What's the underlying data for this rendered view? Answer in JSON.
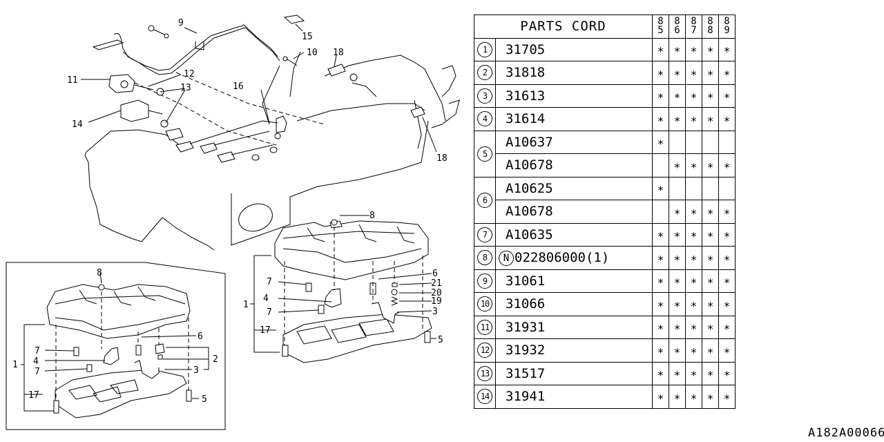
{
  "table": {
    "header_title": "PARTS CORD",
    "years": [
      "85",
      "86",
      "87",
      "88",
      "89"
    ],
    "mark_symbol": "∗",
    "rows": [
      {
        "index": "1",
        "entries": [
          {
            "code": "31705",
            "marks": [
              true,
              true,
              true,
              true,
              true
            ]
          }
        ]
      },
      {
        "index": "2",
        "entries": [
          {
            "code": "31818",
            "marks": [
              true,
              true,
              true,
              true,
              true
            ]
          }
        ]
      },
      {
        "index": "3",
        "entries": [
          {
            "code": "31613",
            "marks": [
              true,
              true,
              true,
              true,
              true
            ]
          }
        ]
      },
      {
        "index": "4",
        "entries": [
          {
            "code": "31614",
            "marks": [
              true,
              true,
              true,
              true,
              true
            ]
          }
        ]
      },
      {
        "index": "5",
        "entries": [
          {
            "code": "A10637",
            "marks": [
              true,
              false,
              false,
              false,
              false
            ]
          },
          {
            "code": "A10678",
            "marks": [
              false,
              true,
              true,
              true,
              true
            ]
          }
        ]
      },
      {
        "index": "6",
        "entries": [
          {
            "code": "A10625",
            "marks": [
              true,
              false,
              false,
              false,
              false
            ]
          },
          {
            "code": "A10678",
            "marks": [
              false,
              true,
              true,
              true,
              true
            ]
          }
        ]
      },
      {
        "index": "7",
        "entries": [
          {
            "code": "A10635",
            "marks": [
              true,
              true,
              true,
              true,
              true
            ]
          }
        ]
      },
      {
        "index": "8",
        "entries": [
          {
            "code": "022806000(1)",
            "prefix": "N",
            "marks": [
              true,
              true,
              true,
              true,
              true
            ]
          }
        ]
      },
      {
        "index": "9",
        "entries": [
          {
            "code": "31061",
            "marks": [
              true,
              true,
              true,
              true,
              true
            ]
          }
        ]
      },
      {
        "index": "10",
        "entries": [
          {
            "code": "31066",
            "marks": [
              true,
              true,
              true,
              true,
              true
            ]
          }
        ]
      },
      {
        "index": "11",
        "entries": [
          {
            "code": "31931",
            "marks": [
              true,
              true,
              true,
              true,
              true
            ]
          }
        ]
      },
      {
        "index": "12",
        "entries": [
          {
            "code": "31932",
            "marks": [
              true,
              true,
              true,
              true,
              true
            ]
          }
        ]
      },
      {
        "index": "13",
        "entries": [
          {
            "code": "31517",
            "marks": [
              true,
              true,
              true,
              true,
              true
            ]
          }
        ]
      },
      {
        "index": "14",
        "entries": [
          {
            "code": "31941",
            "marks": [
              true,
              true,
              true,
              true,
              true
            ]
          }
        ]
      }
    ]
  },
  "diagram": {
    "callouts_top": {
      "c9": "9",
      "c15": "15",
      "c10": "10",
      "c18a": "18",
      "c11": "11",
      "c12": "12",
      "c13": "13",
      "c16": "16",
      "c14": "14",
      "c18b": "18"
    },
    "callouts_right_assembly": {
      "c8": "8",
      "c6": "6",
      "c21": "21",
      "c20": "20",
      "c19": "19",
      "c3": "3",
      "c7a": "7",
      "c4": "4",
      "c7b": "7",
      "c1": "1",
      "c17": "17",
      "c5": "5"
    },
    "callouts_left_assembly": {
      "c8": "8",
      "c6": "6",
      "c2": "2",
      "c3": "3",
      "c7a": "7",
      "c4": "4",
      "c7b": "7",
      "c1": "1",
      "c17": "17",
      "c5": "5"
    }
  },
  "reference_code": "A182A00066"
}
